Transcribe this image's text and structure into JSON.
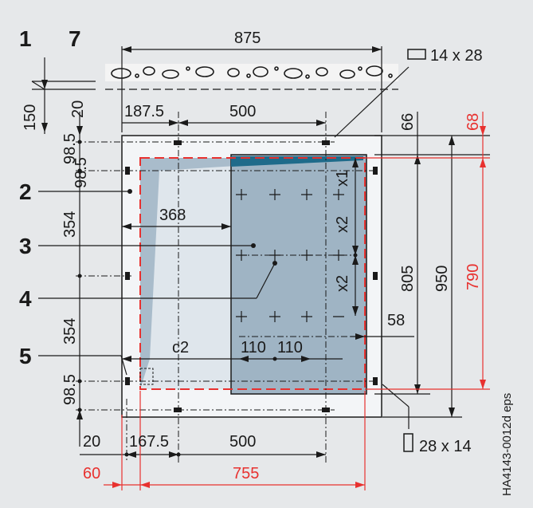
{
  "callouts": [
    "1",
    "7",
    "2",
    "3",
    "4",
    "5"
  ],
  "dimensions": {
    "top_width": "875",
    "top_left": "187.5",
    "top_mid": "500",
    "bottom_left": "167.5",
    "bottom_mid": "500",
    "left_20_top": "20",
    "left_20_bottom": "20",
    "left_150": "150",
    "left_98_5_top": "98.5",
    "left_98_5_mid": "98.5",
    "left_98_5_bottom": "98.5",
    "left_354_top": "354",
    "left_354_bottom": "354",
    "inner_368": "368",
    "c2": "c2",
    "gap_110_a": "110",
    "gap_110_b": "110",
    "x1": "x1",
    "x2_top": "x2",
    "x2_bottom": "x2",
    "right_58": "58",
    "right_66": "66",
    "right_805": "805",
    "right_950": "950"
  },
  "red_dimensions": {
    "right_68": "68",
    "right_790": "790",
    "bottom_60": "60",
    "bottom_755": "755"
  },
  "slot_labels": {
    "top": "14 x 28",
    "bottom": "28 x 14"
  },
  "figure_id": "HA4143-0012d eps",
  "colors": {
    "background": "#e6e8ea",
    "red_dimension": "#e8312f",
    "panel_blue": "#9fb4c4",
    "light_blue": "#c9d7e2",
    "teal_edge": "#1f6b8a"
  }
}
